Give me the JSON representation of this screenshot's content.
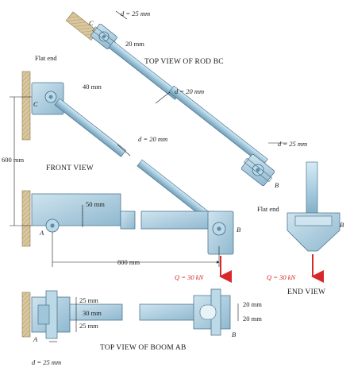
{
  "labels": {
    "top_view_rod_bc": "TOP VIEW OF ROD BC",
    "front_view": "FRONT VIEW",
    "end_view": "END VIEW",
    "top_view_boom_ab": "TOP VIEW OF BOOM AB",
    "flat_end_1": "Flat end",
    "flat_end_2": "Flat end",
    "point_a_front": "A",
    "point_a_top": "A",
    "point_b_front": "B",
    "point_b_top": "B",
    "point_b_end": "B",
    "point_b_rod": "B",
    "point_c_rod": "C",
    "point_c_front": "C"
  },
  "dimensions": {
    "d_rod_end_c": "d = 25 mm",
    "rod_20mm": "20 mm",
    "bracket_40mm": "40 mm",
    "rod_d20_top": "d = 20 mm",
    "rod_d20_front": "d = 20 mm",
    "d_rod_end_b": "d = 25 mm",
    "height_600": "600 mm",
    "boom_50mm": "50 mm",
    "span_800": "800 mm",
    "boom_25_top": "25 mm",
    "boom_30": "30 mm",
    "boom_25_bot": "25 mm",
    "pin_d25": "d = 25 mm",
    "clevis_20_top": "20 mm",
    "clevis_20_bot": "20 mm"
  },
  "loads": {
    "q_front": "Q = 30 kN",
    "q_end": "Q = 30 kN"
  },
  "colors": {
    "steel": "#a9cde0",
    "steel_dark": "#5e8ea8",
    "wall": "#d7c49a",
    "load": "#d8272b"
  }
}
